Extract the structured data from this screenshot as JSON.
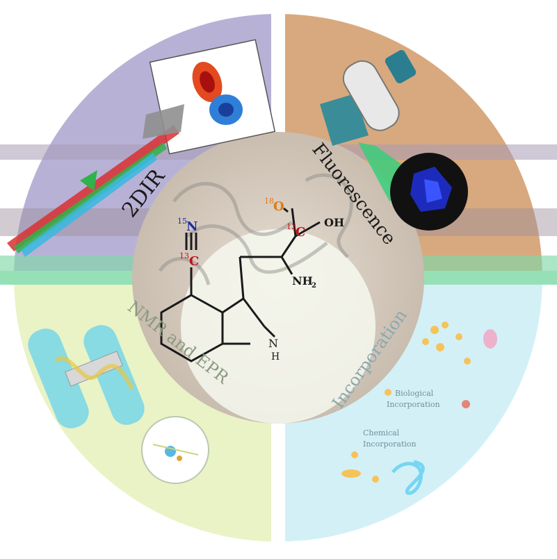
{
  "quadrants": {
    "top_left": {
      "label": "2DIR",
      "color": "#b8b1d6"
    },
    "top_right": {
      "label": "Fluorescence",
      "color": "#d8a97e"
    },
    "bottom_left": {
      "label": "NMR and EPR",
      "color": "#e9f3c6"
    },
    "bottom_right": {
      "label": "Incorporation",
      "color": "#d3f0f7"
    }
  },
  "molecule": {
    "nitrile_n": "N",
    "nitrile_n_isotope": "15",
    "nitrile_c": "C",
    "nitrile_c_isotope": "13",
    "carbonyl_o": "O",
    "carbonyl_o_isotope": "18",
    "carbonyl_c": "C",
    "carbonyl_c_isotope": "13",
    "hydroxyl": "OH",
    "amine": "NH",
    "amine_subscript": "2",
    "ring_n": "N",
    "ring_h": "H"
  },
  "incorporation": {
    "biological": "Biological",
    "biological_line2": "Incorporation",
    "chemical": "Chemical",
    "chemical_line2": "Incorporation"
  },
  "colors": {
    "accent_red": "#c0101a",
    "accent_blue": "#1a2aa8",
    "accent_orange": "#e07a10",
    "center_disk": "#d6ccc0"
  }
}
